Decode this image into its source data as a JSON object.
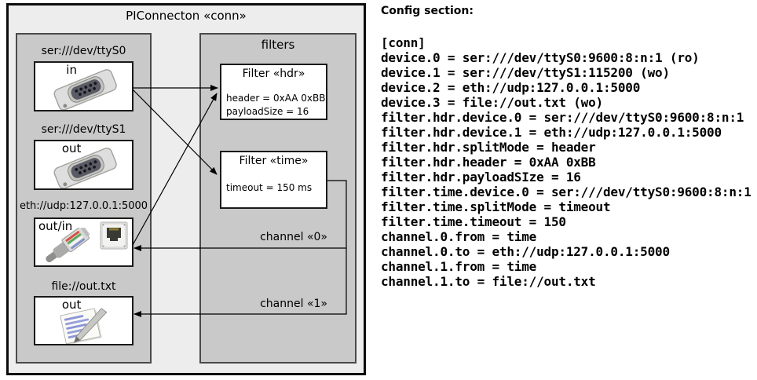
{
  "diagram": {
    "title": "PIConnecton «conn»",
    "colors": {
      "outer_bg": "#ededed",
      "group_bg": "#c9c9c9",
      "box_bg": "#ffffff",
      "line": "#000000"
    },
    "devices_group": {
      "devices": [
        {
          "label": "ser:///dev/ttyS0",
          "direction": "in",
          "icon": "serial-connector"
        },
        {
          "label": "ser:///dev/ttyS1",
          "direction": "out",
          "icon": "serial-connector"
        },
        {
          "label": "eth://udp:127.0.0.1:5000",
          "direction": "out/in",
          "icon": "ethernet-connector"
        },
        {
          "label": "file://out.txt",
          "direction": "out",
          "icon": "file-notes"
        }
      ]
    },
    "filters_group": {
      "title": "filters",
      "filters": [
        {
          "title": "Filter «hdr»",
          "attributes": [
            "header = 0xAA 0xBB",
            "payloadSize = 16"
          ]
        },
        {
          "title": "Filter «time»",
          "attributes": [
            "timeout = 150 ms"
          ]
        }
      ]
    },
    "channels": [
      {
        "label": "channel «0»"
      },
      {
        "label": "channel «1»"
      }
    ]
  },
  "config": {
    "heading": "Config section:",
    "lines": [
      "[conn]",
      "device.0 = ser:///dev/ttyS0:9600:8:n:1 (ro)",
      "device.1 = ser:///dev/ttyS1:115200 (wo)",
      "device.2 = eth://udp:127.0.0.1:5000",
      "device.3 = file://out.txt (wo)",
      "filter.hdr.device.0 = ser:///dev/ttyS0:9600:8:n:1",
      "filter.hdr.device.1 = eth://udp:127.0.0.1:5000",
      "filter.hdr.splitMode = header",
      "filter.hdr.header = 0xAA 0xBB",
      "filter.hdr.payloadSIze = 16",
      "filter.time.device.0 = ser:///dev/ttyS0:9600:8:n:1",
      "filter.time.splitMode = timeout",
      "filter.time.timeout = 150",
      "channel.0.from = time",
      "channel.0.to = eth://udp:127.0.0.1:5000",
      "channel.1.from = time",
      "channel.1.to = file://out.txt"
    ]
  }
}
